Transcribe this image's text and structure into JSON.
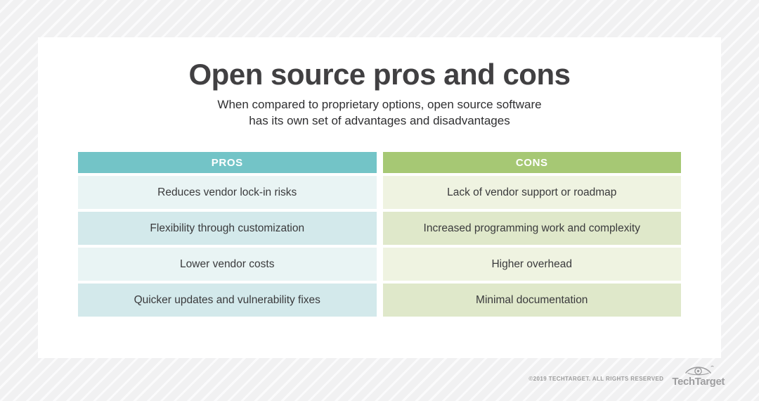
{
  "header": {
    "title": "Open source pros and cons",
    "subtitle_line1": "When compared to proprietary options, open source software",
    "subtitle_line2": "has its own set of advantages and disadvantages"
  },
  "table": {
    "pros_header": "PROS",
    "cons_header": "CONS",
    "pros": [
      "Reduces vendor lock-in risks",
      "Flexibility through customization",
      "Lower vendor costs",
      "Quicker updates and vulnerability fixes"
    ],
    "cons": [
      "Lack of vendor support or roadmap",
      "Increased programming work and complexity",
      "Higher overhead",
      "Minimal documentation"
    ]
  },
  "footer": {
    "copyright": "©2019 TECHTARGET. ALL RIGHTS RESERVED",
    "logo_text": "TechTarget",
    "logo_icon": "eye-target-icon"
  },
  "colors": {
    "pros_header_bg": "#73c4c7",
    "cons_header_bg": "#a6c874",
    "pros_row_dark": "#d3e9eb",
    "pros_row_light": "#e9f4f4",
    "cons_row_dark": "#dfe8ca",
    "cons_row_light": "#eff3e1",
    "title_text": "#414042",
    "header_text": "#ffffff",
    "background": "#f2f2f2"
  },
  "chart_data": {
    "type": "table",
    "title": "Open source pros and cons",
    "subtitle": "When compared to proprietary options, open source software has its own set of advantages and disadvantages",
    "columns": [
      "PROS",
      "CONS"
    ],
    "rows": [
      [
        "Reduces vendor lock-in risks",
        "Lack of vendor support or roadmap"
      ],
      [
        "Flexibility through customization",
        "Increased programming work and complexity"
      ],
      [
        "Lower vendor costs",
        "Higher overhead"
      ],
      [
        "Quicker updates and vulnerability fixes",
        "Minimal documentation"
      ]
    ]
  }
}
